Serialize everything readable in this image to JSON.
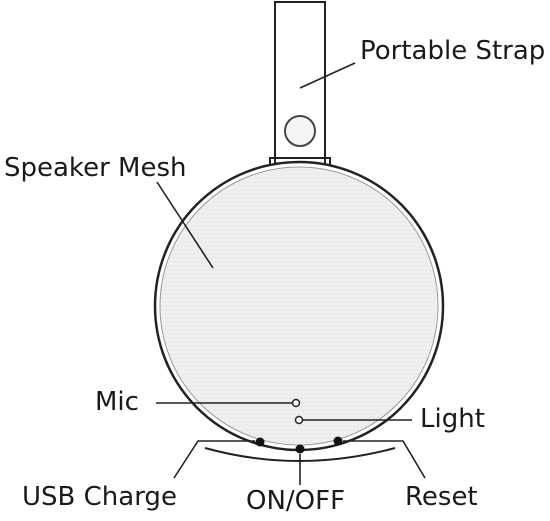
{
  "labels": {
    "strap": "Portable Strap",
    "mesh": "Speaker Mesh",
    "mic": "Mic",
    "light": "Light",
    "usb": "USB Charge",
    "power": "ON/OFF",
    "reset": "Reset"
  }
}
